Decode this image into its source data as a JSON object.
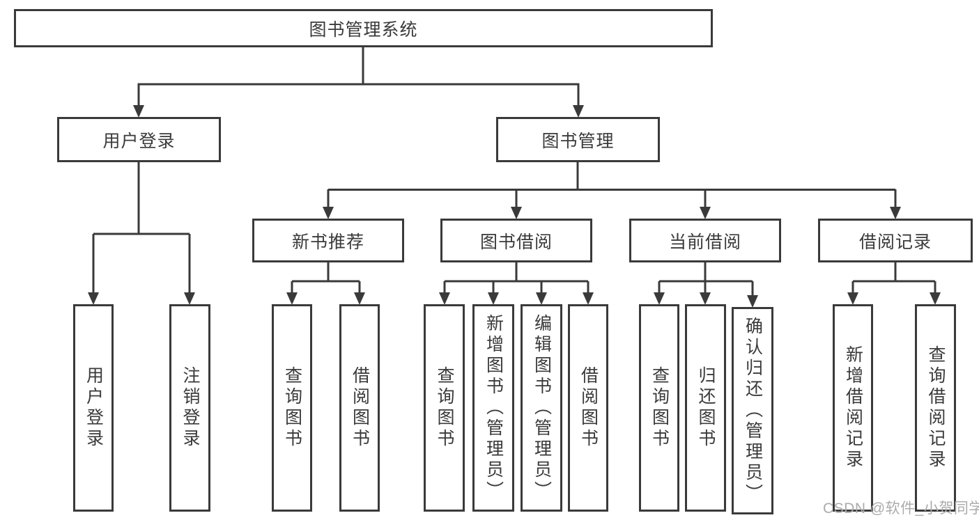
{
  "tree": {
    "root": {
      "label": "图书管理系统"
    },
    "children": [
      {
        "label": "用户登录",
        "leaves": [
          {
            "label": "用户登录"
          },
          {
            "label": "注销登录"
          }
        ]
      },
      {
        "label": "图书管理",
        "children": [
          {
            "label": "新书推荐",
            "leaves": [
              {
                "label": "查询图书"
              },
              {
                "label": "借阅图书"
              }
            ]
          },
          {
            "label": "图书借阅",
            "leaves": [
              {
                "label": "查询图书"
              },
              {
                "label": "新增图书（管理员）"
              },
              {
                "label": "编辑图书（管理员）"
              },
              {
                "label": "借阅图书"
              }
            ]
          },
          {
            "label": "当前借阅",
            "leaves": [
              {
                "label": "查询图书"
              },
              {
                "label": "归还图书"
              },
              {
                "label": "确认归还（管理员）"
              }
            ]
          },
          {
            "label": "借阅记录",
            "leaves": [
              {
                "label": "新增借阅记录"
              },
              {
                "label": "查询借阅记录"
              }
            ]
          }
        ]
      }
    ]
  },
  "watermark": "CSDN @软件_小贺同学",
  "colors": {
    "line": "#3a3a3a",
    "box_fill": "#ffffff",
    "text": "#3a3a3a",
    "watermark": "#ababab",
    "background": "#ffffff"
  }
}
